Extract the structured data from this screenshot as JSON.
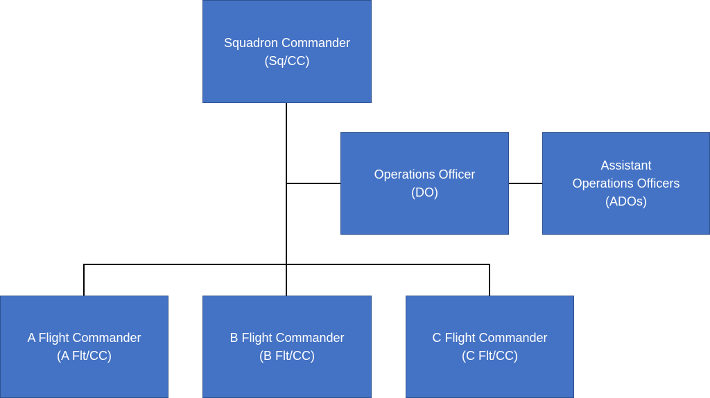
{
  "diagram": {
    "type": "org-chart",
    "colors": {
      "box_fill": "#4472C4",
      "box_border": "#2F528F",
      "text": "#FFFFFF",
      "connector": "#000000"
    },
    "nodes": {
      "sq_cc": {
        "lines": [
          "Squadron Commander",
          "(Sq/CC)"
        ]
      },
      "do": {
        "lines": [
          "Operations Officer",
          "(DO)"
        ]
      },
      "ados": {
        "lines": [
          "Assistant",
          "Operations Officers",
          "(ADOs)"
        ]
      },
      "a_flt": {
        "lines": [
          "A Flight Commander",
          "(A Flt/CC)"
        ]
      },
      "b_flt": {
        "lines": [
          "B Flight Commander",
          "(B Flt/CC)"
        ]
      },
      "c_flt": {
        "lines": [
          "C Flight Commander",
          "(C Flt/CC)"
        ]
      }
    },
    "edges": [
      {
        "from": "sq_cc",
        "to": "do"
      },
      {
        "from": "do",
        "to": "ados"
      },
      {
        "from": "sq_cc",
        "to": "a_flt"
      },
      {
        "from": "sq_cc",
        "to": "b_flt"
      },
      {
        "from": "sq_cc",
        "to": "c_flt"
      }
    ]
  }
}
